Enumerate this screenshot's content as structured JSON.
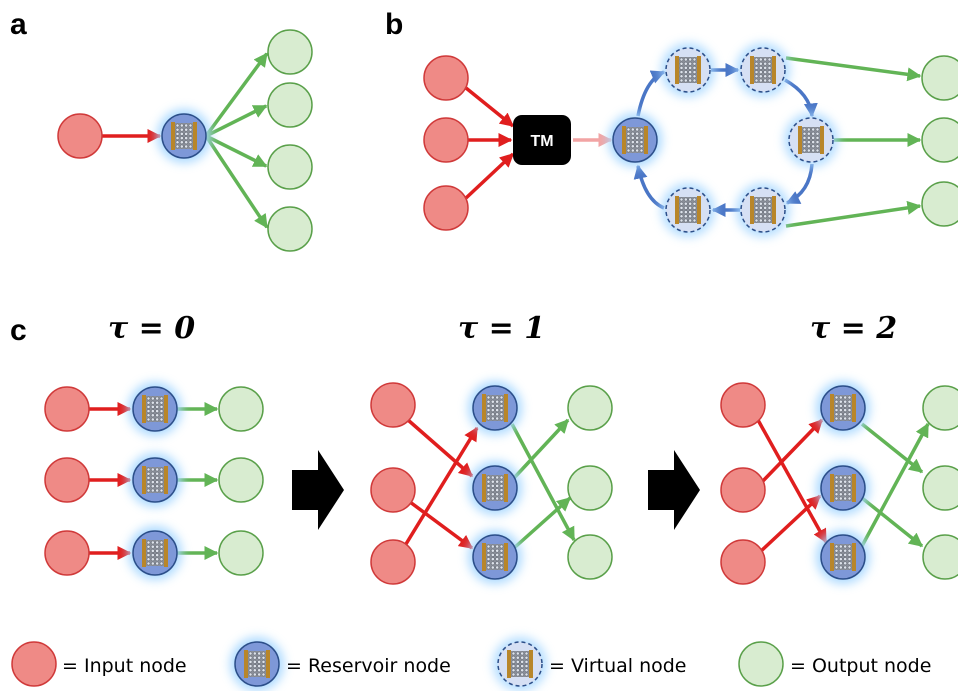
{
  "panels": {
    "a": "a",
    "b": "b",
    "c": "c"
  },
  "tm_label": "TM",
  "tau_labels": [
    "τ = 0",
    "τ = 1",
    "τ = 2"
  ],
  "legend": [
    {
      "icon": "input-node",
      "label": "= Input node"
    },
    {
      "icon": "reservoir-node",
      "label": "= Reservoir node"
    },
    {
      "icon": "virtual-node",
      "label": "= Virtual node"
    },
    {
      "icon": "output-node",
      "label": "= Output node"
    }
  ],
  "colors": {
    "input_fill": "#ef8a86",
    "input_stroke": "#d03a3a",
    "output_fill": "#d8ecd0",
    "output_stroke": "#5aa04a",
    "reservoir_fill": "#7e98d8",
    "reservoir_glow": "#a8d8ff",
    "virtual_fill": "#d6e0f4",
    "virtual_stroke": "#2c4f8a",
    "red_arrow": "#e01e1e",
    "green_arrow": "#62b456",
    "blue_arrow": "#4a76c6",
    "pink_arrow": "#f2a4a4"
  }
}
